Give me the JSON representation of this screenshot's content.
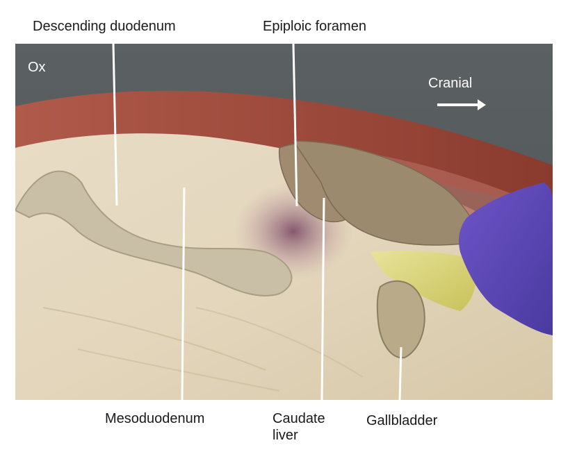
{
  "figure": {
    "species_label": "Ox",
    "direction_label": "Cranial",
    "direction_arrow_icon": "right-arrow-icon",
    "labels": {
      "descending_duodenum": "Descending duodenum",
      "epiploic_foramen": "Epiploic foramen",
      "mesoduodenum": "Mesoduodenum",
      "caudate_liver": "Caudate liver",
      "gallbladder": "Gallbladder"
    }
  }
}
